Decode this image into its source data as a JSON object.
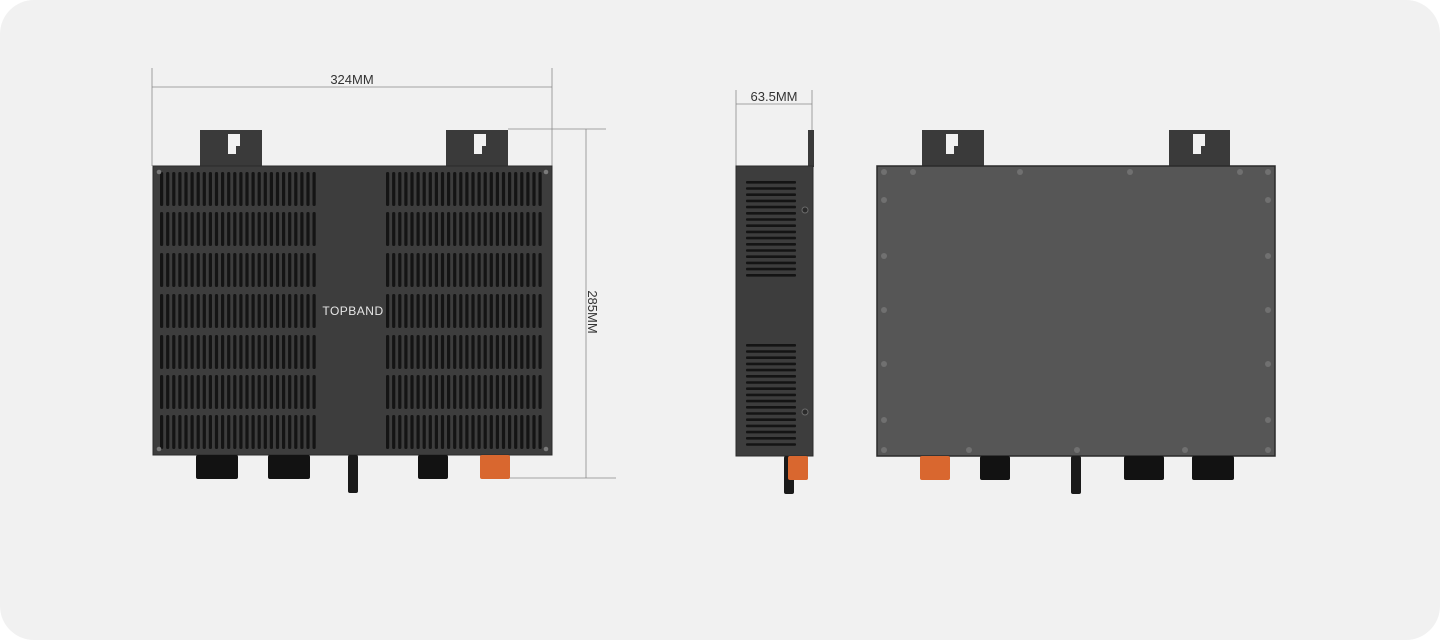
{
  "front_view": {
    "brand": "TOPBAND",
    "width_label": "324MM",
    "height_label": "285MM"
  },
  "side_view": {
    "depth_label": "63.5MM"
  },
  "colors": {
    "background": "#f1f1f1",
    "enclosure_front": "#3d3d3d",
    "enclosure_back": "#565656",
    "vent_slot": "#141414",
    "connector_black": "#121212",
    "connector_orange": "#d9672f",
    "dimension_line": "#8a8a8a"
  }
}
